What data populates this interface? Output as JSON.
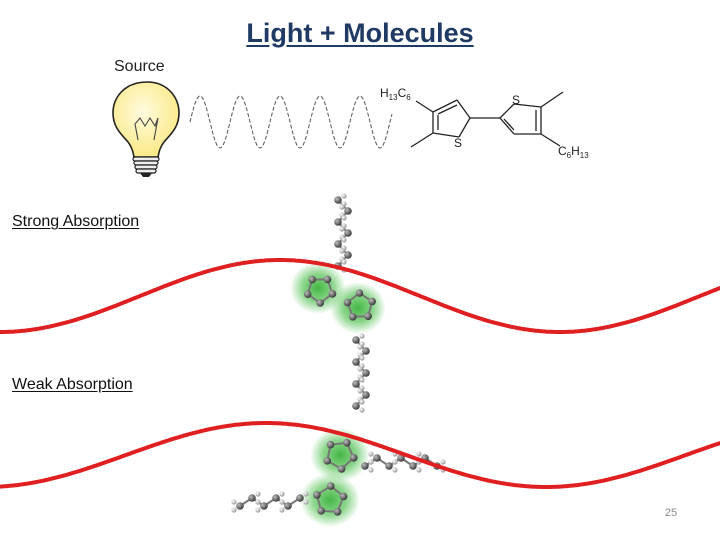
{
  "slide": {
    "title": "Light + Molecules",
    "source_label": "Source",
    "strong_label": "Strong Absorption",
    "weak_label": "Weak Absorption",
    "page_number": "25"
  },
  "structure": {
    "left_group": {
      "pre": "H",
      "sub1": "13",
      "mid": "C",
      "sub2": "6"
    },
    "right_group": {
      "pre": "C",
      "sub1": "6",
      "mid": "H",
      "sub2": "13"
    },
    "sulfur": "S"
  },
  "colors": {
    "title": "#1f3a64",
    "light_wave": "#e02020",
    "carbon": "#6e6e6e",
    "hydrogen": "#d8d8d8",
    "ring_glow": "#22aa22"
  }
}
